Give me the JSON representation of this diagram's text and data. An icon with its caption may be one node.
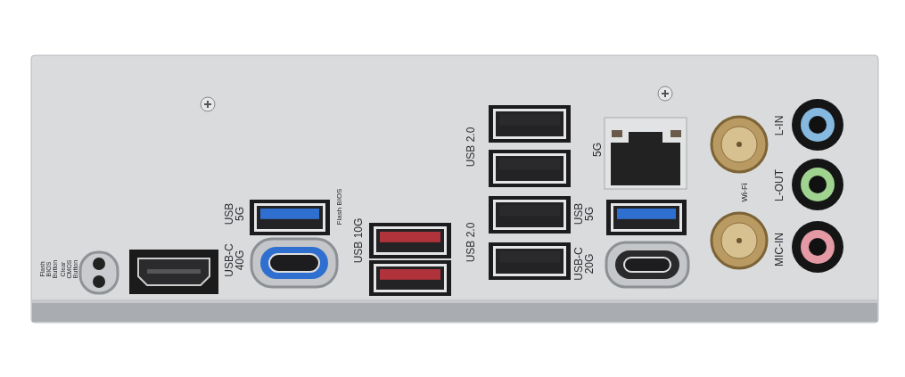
{
  "diagram": {
    "labels": [
      "Flash BIOS Button",
      "Clear CMOS Button",
      "USB-C 40G",
      "USB 5G",
      "Flash BIOS",
      "USB 10G",
      "USB 2.0",
      "USB 2.0",
      "5G",
      "USB 5G",
      "USB-C 20G",
      "Wi-Fi",
      "MIC-IN",
      "L-OUT",
      "L-IN"
    ]
  }
}
